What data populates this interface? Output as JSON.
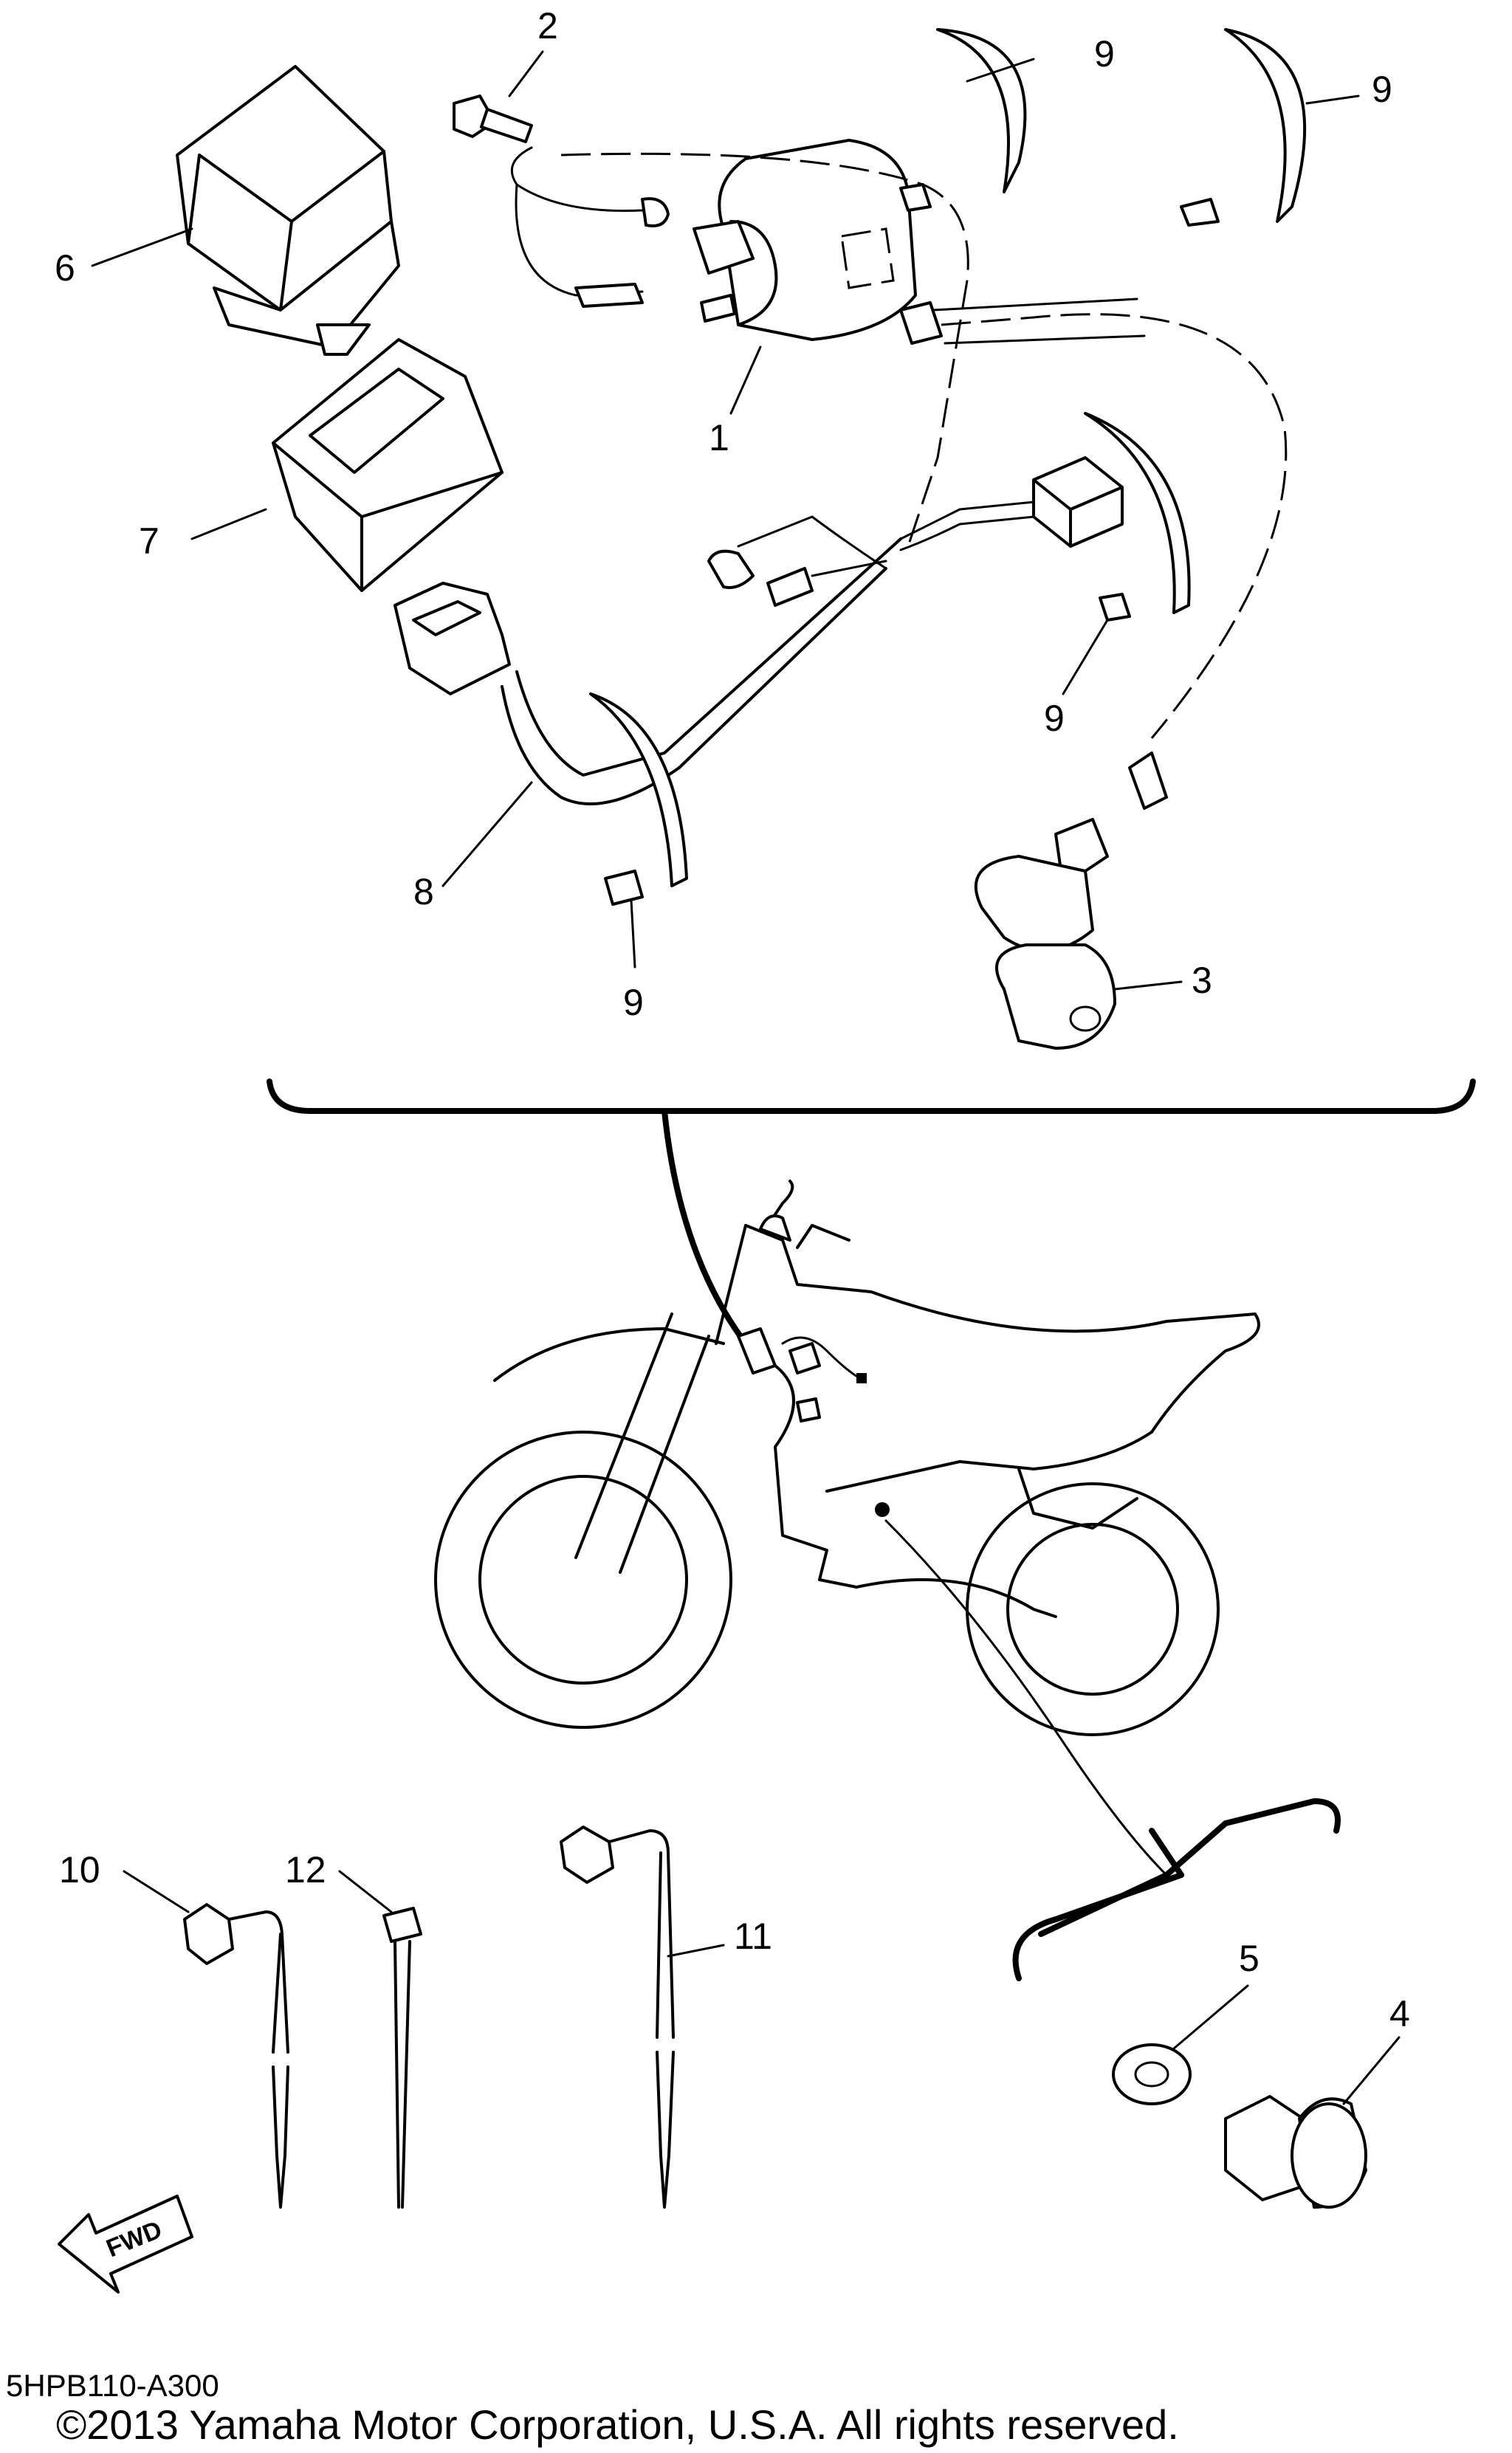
{
  "callouts": {
    "c1": "1",
    "c2": "2",
    "c3": "3",
    "c4": "4",
    "c5": "5",
    "c6": "6",
    "c7": "7",
    "c8": "8",
    "c9": "9",
    "c10": "10",
    "c11": "11",
    "c12": "12"
  },
  "fwd_label": "FWD",
  "part_code": "5HPB110-A300",
  "copyright": "©2013 Yamaha Motor Corporation, U.S.A. All rights reserved."
}
